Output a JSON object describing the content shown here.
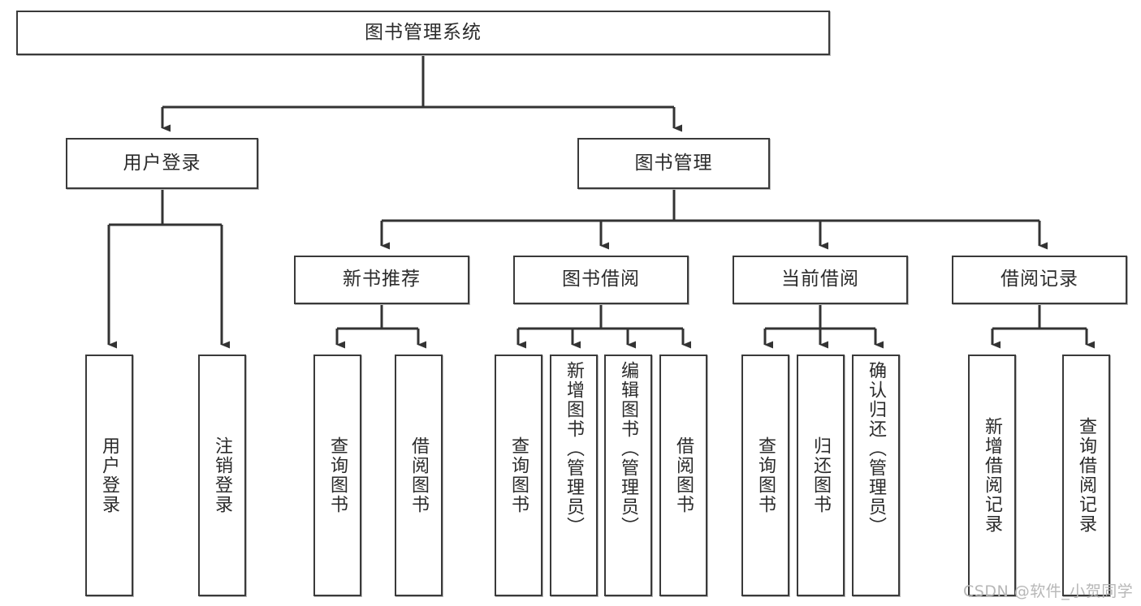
{
  "diagram": {
    "type": "tree-hierarchy-chart",
    "title": "图书管理系统",
    "watermark": "CSDN @软件_小贺同学",
    "colors": {
      "node_border": "#3a3a3a",
      "node_fill": "#ffffff",
      "edge": "#333333",
      "text": "#2b2b2b",
      "watermark": "#b7b7b7",
      "background": "#ffffff"
    },
    "levels": {
      "root": {
        "label": "图书管理系统"
      },
      "level2": [
        {
          "id": "user-login",
          "label": "用户登录"
        },
        {
          "id": "book-management",
          "label": "图书管理"
        }
      ],
      "level3": [
        {
          "id": "new-book-recommend",
          "label": "新书推荐",
          "parent": "book-management"
        },
        {
          "id": "book-borrow",
          "label": "图书借阅",
          "parent": "book-management"
        },
        {
          "id": "current-borrow",
          "label": "当前借阅",
          "parent": "book-management"
        },
        {
          "id": "borrow-record",
          "label": "借阅记录",
          "parent": "book-management"
        }
      ],
      "leaves": [
        {
          "id": "leaf-user-login",
          "label": "用户登录",
          "parent": "user-login"
        },
        {
          "id": "leaf-logout",
          "label": "注销登录",
          "parent": "user-login"
        },
        {
          "id": "leaf-query-book-1",
          "label": "查询图书",
          "parent": "new-book-recommend"
        },
        {
          "id": "leaf-borrow-book-1",
          "label": "借阅图书",
          "parent": "new-book-recommend"
        },
        {
          "id": "leaf-query-book-2",
          "label": "查询图书",
          "parent": "book-borrow"
        },
        {
          "id": "leaf-add-book",
          "label": "新增图书（管理员）",
          "parent": "book-borrow"
        },
        {
          "id": "leaf-edit-book",
          "label": "编辑图书（管理员）",
          "parent": "book-borrow"
        },
        {
          "id": "leaf-borrow-book-2",
          "label": "借阅图书",
          "parent": "book-borrow"
        },
        {
          "id": "leaf-query-book-3",
          "label": "查询图书",
          "parent": "current-borrow"
        },
        {
          "id": "leaf-return-book",
          "label": "归还图书",
          "parent": "current-borrow"
        },
        {
          "id": "leaf-confirm-return",
          "label": "确认归还（管理员）",
          "parent": "current-borrow"
        },
        {
          "id": "leaf-add-record",
          "label": "新增借阅记录",
          "parent": "borrow-record"
        },
        {
          "id": "leaf-query-record",
          "label": "查询借阅记录",
          "parent": "borrow-record"
        }
      ]
    }
  }
}
